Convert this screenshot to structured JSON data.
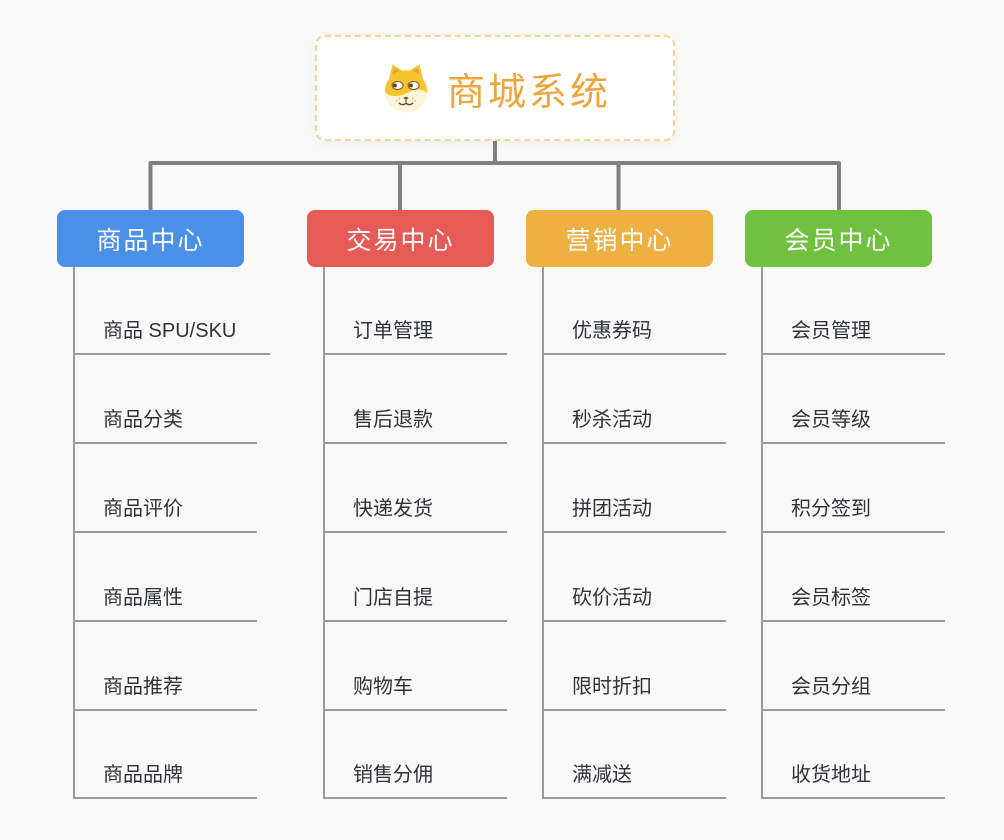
{
  "canvas": {
    "background": "#f9f9f9"
  },
  "colors": {
    "connector": "#808080",
    "branch_line": "#999999",
    "root_border": "#f6d391"
  },
  "root": {
    "title": "商城系统",
    "title_color": "#f0a43e",
    "icon": "doge-face-icon"
  },
  "branches": [
    {
      "label": "商品中心",
      "color": "#4a8fe8",
      "children": [
        "商品 SPU/SKU",
        "商品分类",
        "商品评价",
        "商品属性",
        "商品推荐",
        "商品品牌"
      ]
    },
    {
      "label": "交易中心",
      "color": "#e65b55",
      "children": [
        "订单管理",
        "售后退款",
        "快递发货",
        "门店自提",
        "购物车",
        "销售分佣"
      ]
    },
    {
      "label": "营销中心",
      "color": "#eeb043",
      "children": [
        "优惠券码",
        "秒杀活动",
        "拼团活动",
        "砍价活动",
        "限时折扣",
        "满减送"
      ]
    },
    {
      "label": "会员中心",
      "color": "#70c140",
      "children": [
        "会员管理",
        "会员等级",
        "积分签到",
        "会员标签",
        "会员分组",
        "收货地址"
      ]
    }
  ]
}
